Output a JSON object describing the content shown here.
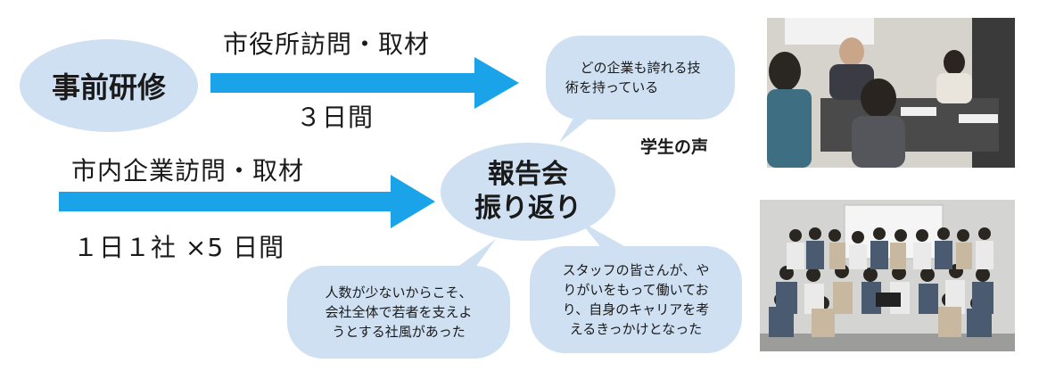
{
  "nodes": {
    "pretraining": "事前研修",
    "report": [
      "報告会",
      "振り返り"
    ]
  },
  "labels": {
    "city_visit": "市役所訪問・取材",
    "city_days": "３日間",
    "company_visit": "市内企業訪問・取材",
    "company_days": "１日１社 ×5 日間",
    "student_voice": "学生の声"
  },
  "bubbles": {
    "top": [
      "どの企業も誇れる技",
      "術を持っている"
    ],
    "bottom_left": [
      "人数が少ないからこそ、",
      "会社全体で若者を支えよ",
      "うとする社風があった"
    ],
    "bottom_right": [
      "スタッフの皆さんが、や",
      "りがいをもって働いてお",
      "り、自身のキャリアを考",
      "えるきっかけとなった"
    ]
  },
  "colors": {
    "arrow": "#1aa3e8",
    "bubble": "#cfe0f3"
  }
}
